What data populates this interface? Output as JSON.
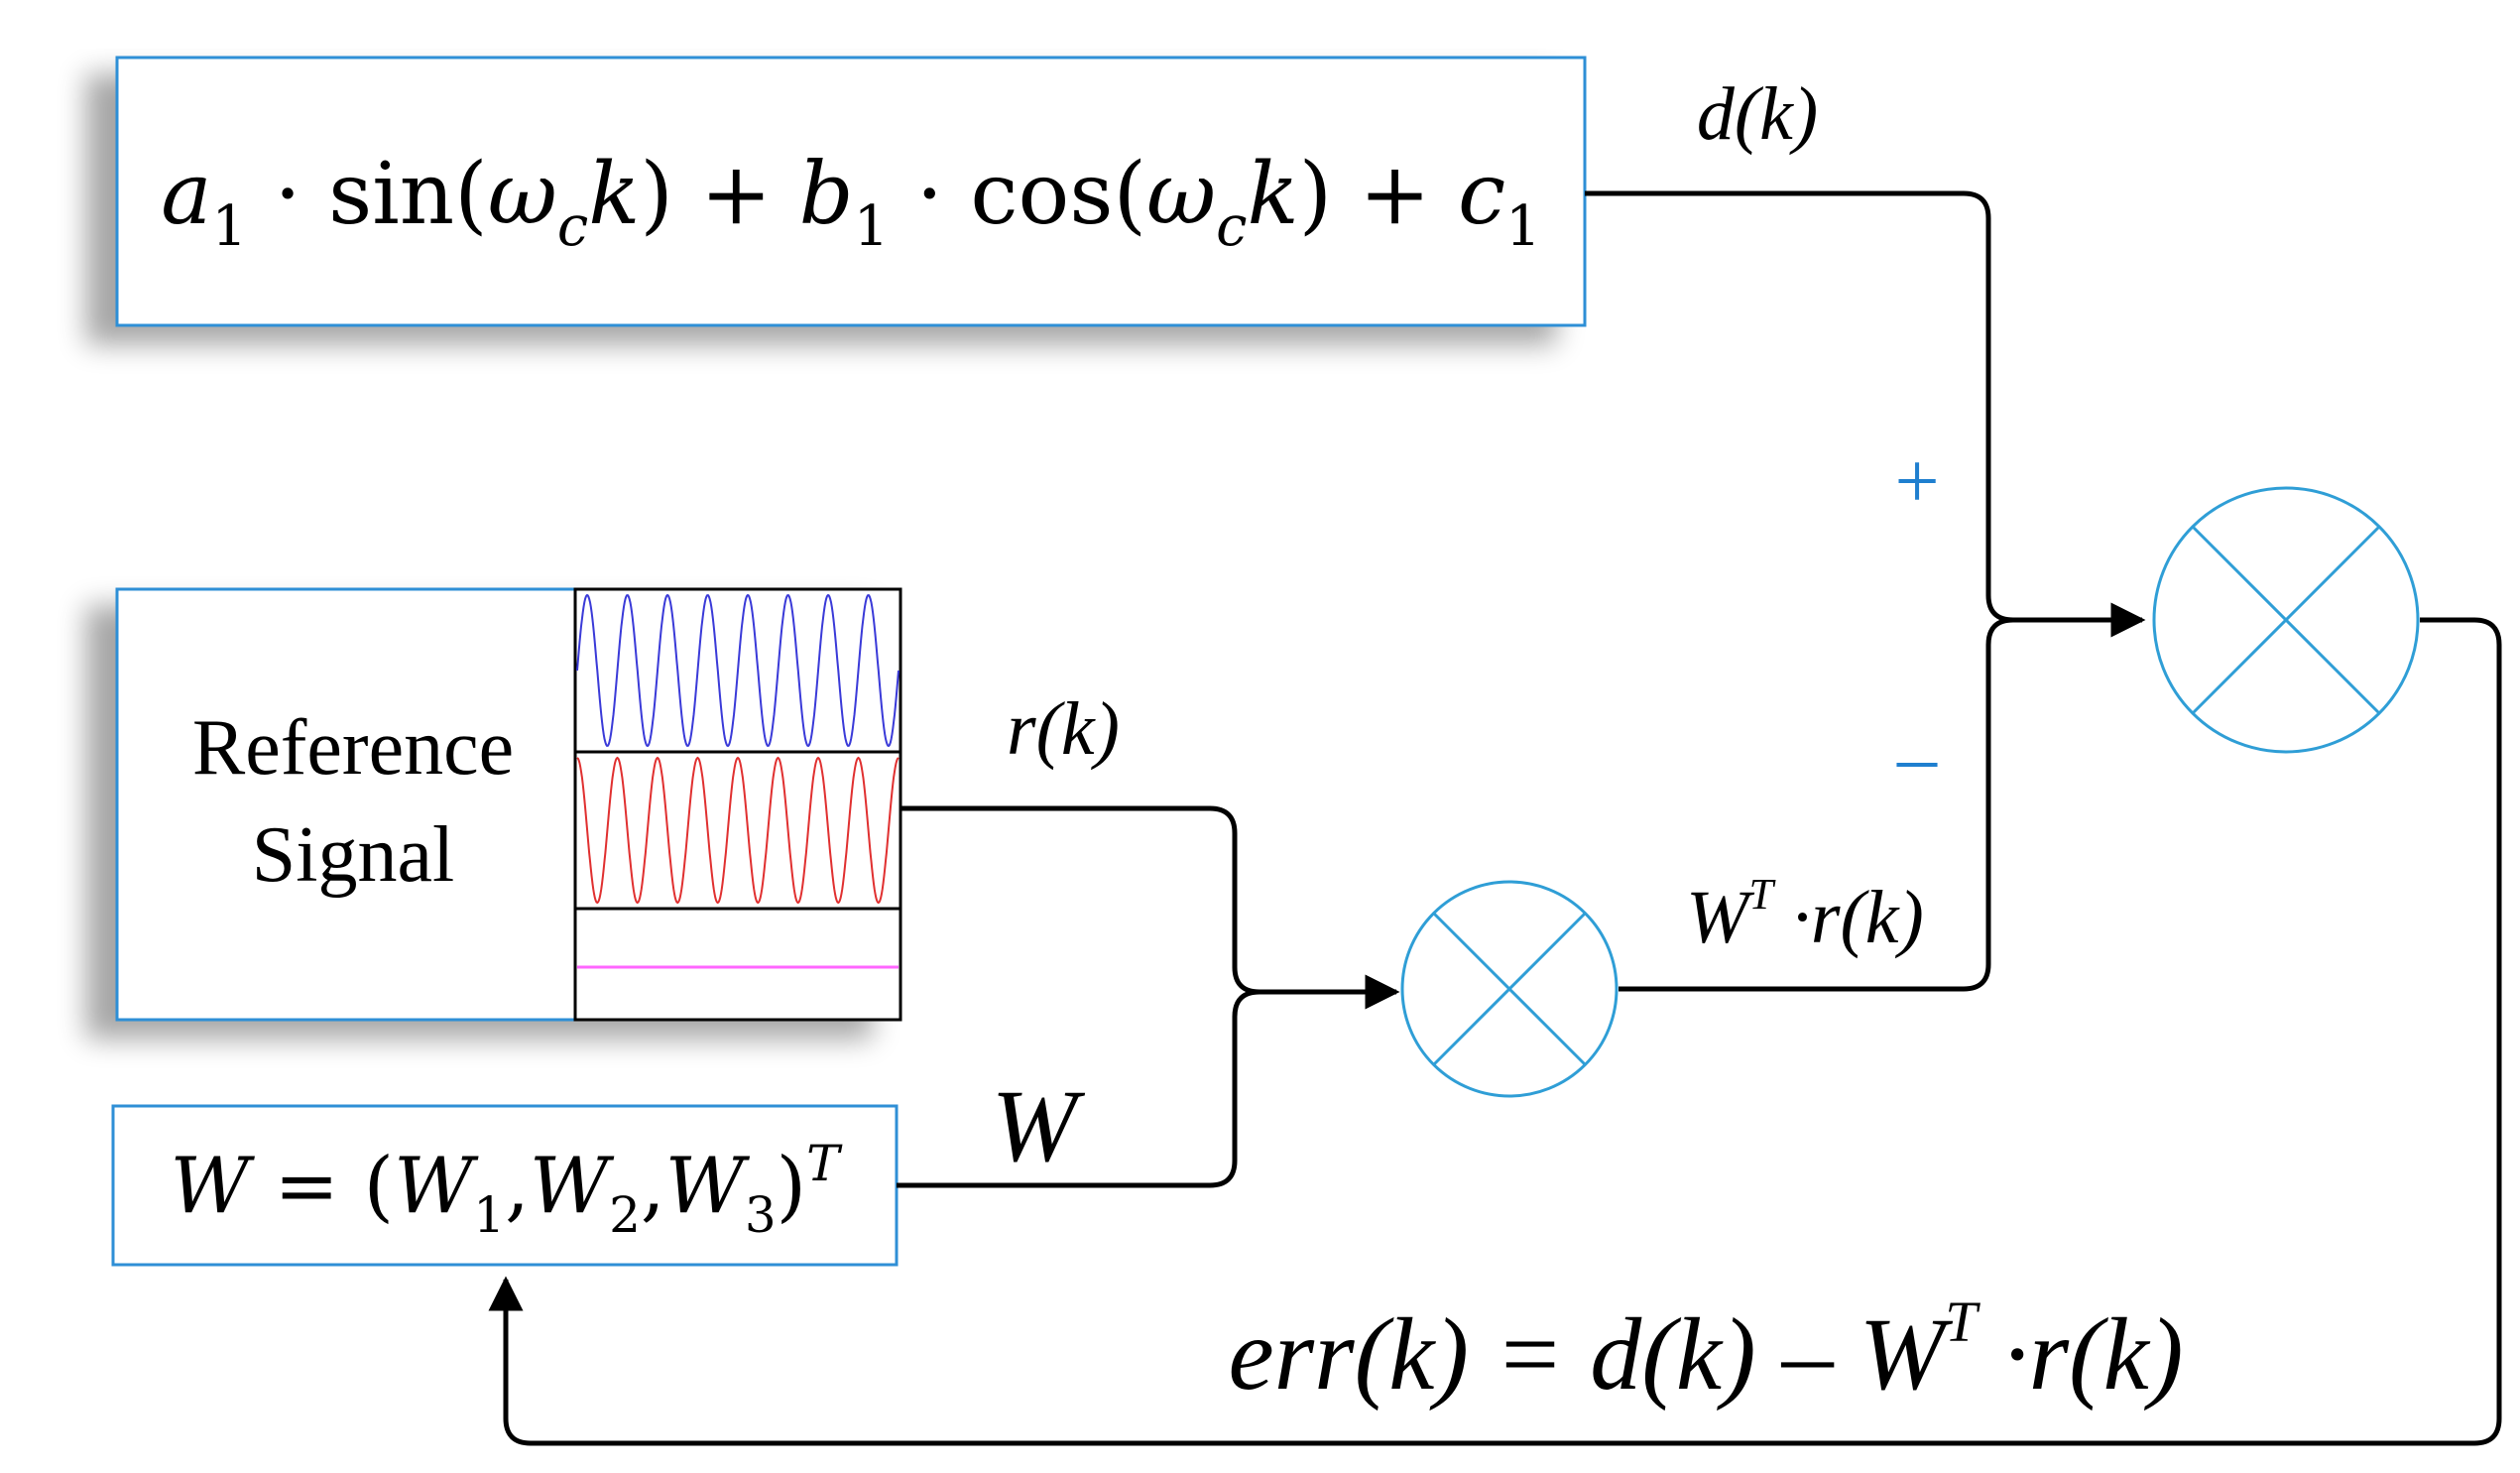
{
  "colors": {
    "box_border": "#2f8fd6",
    "line": "#000000",
    "sign": "#1f7fcf",
    "summer": "#2f9ed6",
    "wave_blue": "#3a3ad8",
    "wave_red": "#e03030",
    "wave_pink": "#ff66ff"
  },
  "disturbance_box": {
    "terms": [
      {
        "coef": "a",
        "sub": "1",
        "func": "sin"
      },
      {
        "coef": "b",
        "sub": "1",
        "func": "cos"
      }
    ],
    "omega": "ω",
    "omega_sub": "c",
    "var": "k",
    "const": "c",
    "const_sub": "1",
    "text_full": "a1 · sin(ωc k) + b1 · cos(ωc k) + c1"
  },
  "reference_box": {
    "line1": "Reference",
    "line2": "Signal",
    "waves": [
      {
        "name": "sine",
        "color": "blue",
        "cycles": 8
      },
      {
        "name": "cosine",
        "color": "red",
        "cycles": 8
      },
      {
        "name": "constant",
        "color": "pink"
      }
    ]
  },
  "weight_box": {
    "text": "W = (W1,W2,W3)T",
    "lhs": "W",
    "eq": "=",
    "w": "W",
    "subs": [
      "1",
      "2",
      "3"
    ],
    "sup": "T"
  },
  "labels": {
    "d_k": "d(k)",
    "r_k": "r(k)",
    "W": "W",
    "wt_rk": "WT ·r(k)",
    "plus": "+",
    "minus": "–",
    "err": "err(k) = d(k) – WT ·r(k)"
  },
  "summers": [
    {
      "name": "multiplier",
      "symbol": "⊗"
    },
    {
      "name": "error-summer",
      "symbol": "⊗"
    }
  ]
}
